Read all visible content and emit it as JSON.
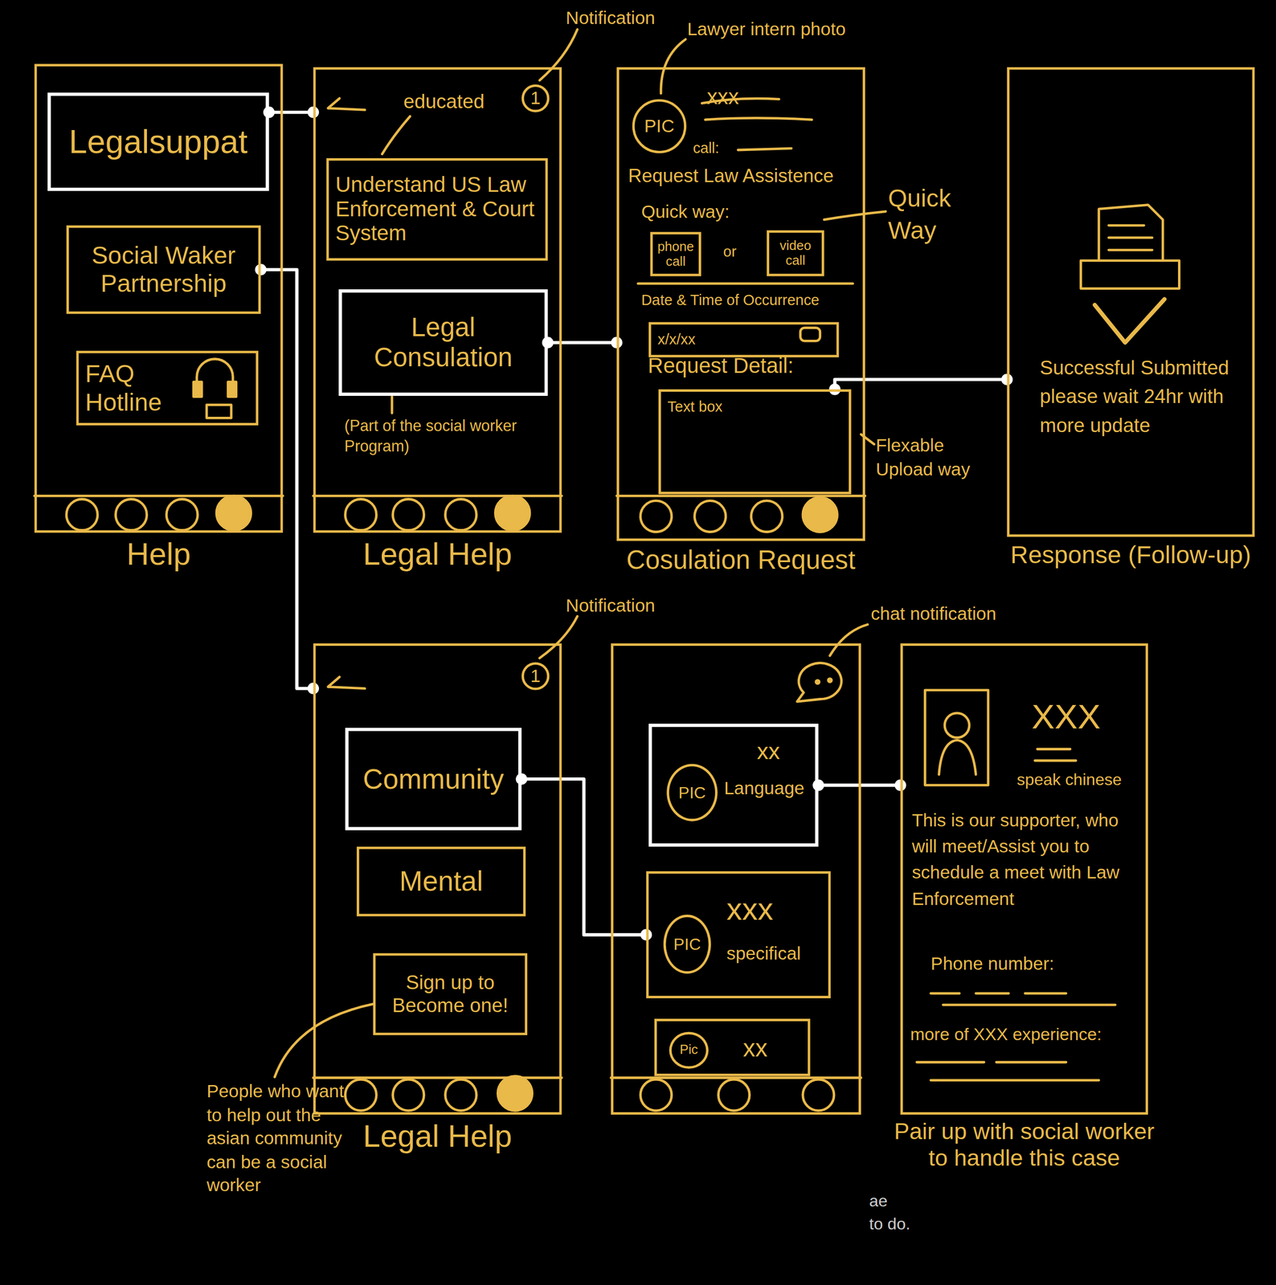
{
  "diagram": {
    "nodes": [
      {
        "text": [
          "Help"
        ]
      },
      {
        "text": [
          "Legalsuppat"
        ],
        "in": 0
      },
      {
        "text": [
          "Social Waker Partnership"
        ],
        "in": 0
      },
      {
        "text": [
          "FAQ Hotline"
        ],
        "in": 0
      },
      {
        "text": [
          "Legal Help"
        ]
      },
      {
        "text": [
          "1"
        ],
        "in": 4
      },
      {
        "text": [
          "Understand US Law Enforcement & Court System"
        ],
        "in": 4
      },
      {
        "text": [
          "Legal Consulation"
        ],
        "in": 4
      },
      {
        "text": [
          "Cosulation Request"
        ]
      },
      {
        "text": [
          "PIC"
        ],
        "in": 8
      },
      {
        "text": [
          "phone call"
        ],
        "in": 8
      },
      {
        "text": [
          "video call"
        ],
        "in": 8
      },
      {
        "text": [
          "x/x/xx"
        ],
        "in": 8
      },
      {
        "text": [
          "Text box"
        ],
        "in": 8
      },
      {
        "text": [
          "Response (Follow-up)"
        ]
      },
      {
        "text": [
          "Legal Help"
        ]
      },
      {
        "text": [
          "1"
        ],
        "in": 15
      },
      {
        "text": [
          "Community"
        ],
        "in": 15
      },
      {
        "text": [
          "Mental"
        ],
        "in": 15
      },
      {
        "text": [
          "Sign up to Become one!"
        ],
        "in": 15
      },
      {
        "text": []
      },
      {
        "text": [
          "xx",
          "Language"
        ],
        "in": 20
      },
      {
        "text": [
          "PIC"
        ],
        "in": 21
      },
      {
        "text": [
          "xxx",
          "specifical"
        ],
        "in": 20
      },
      {
        "text": [
          "PIC"
        ],
        "in": 23
      },
      {
        "text": [
          "xx"
        ],
        "in": 20
      },
      {
        "text": [
          "Pic"
        ],
        "in": 25
      },
      {
        "text": [
          "Pair up with social worker to handle this case"
        ]
      }
    ],
    "edges": [
      {
        "from": 1,
        "to": 4,
        "arrow": "none"
      },
      {
        "from": 2,
        "to": 15,
        "arrow": "none"
      },
      {
        "from": 7,
        "to": 8,
        "arrow": "none"
      },
      {
        "from": 13,
        "to": 14,
        "arrow": "none"
      },
      {
        "from": 17,
        "to": 23,
        "arrow": "none"
      },
      {
        "from": 21,
        "to": 27,
        "arrow": "none"
      }
    ],
    "labels": [
      "Notification",
      "Lawyer intern photo",
      "educated",
      "(Part of the social worker Program)",
      "xxx",
      "call:",
      "Request Law Assistence",
      "Quick way:",
      "or",
      "Quick Way",
      "Date & Time of Occurrence",
      "Request Detail:",
      "Flexable Upload way",
      "Successful Submitted please wait 24hr with more update",
      "Notification",
      "People who want to help out the asian community can be a social worker",
      "chat notification",
      "XXX",
      "speak chinese",
      "This is our supporter, who will meet/Assist you to schedule a meet with Law Enforcement",
      "Phone number:",
      "more of XXX experience:",
      "ae",
      "to do."
    ]
  }
}
